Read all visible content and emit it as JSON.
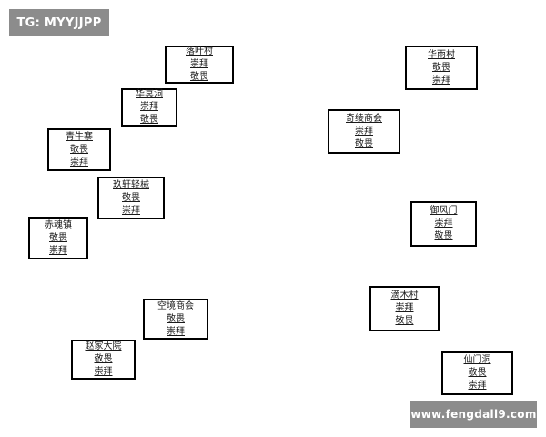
{
  "watermark_tl": "TG: MYYJJPP",
  "watermark_br": "www.fengdall9.com",
  "nodes": [
    {
      "id": "n1",
      "lines": [
        "落叶村",
        "崇拜",
        "敬畏"
      ]
    },
    {
      "id": "n2",
      "lines": [
        "华冥洞",
        "崇拜",
        "敬畏"
      ]
    },
    {
      "id": "n3",
      "lines": [
        "青牛寨",
        "敬畏",
        "崇拜"
      ]
    },
    {
      "id": "n4",
      "lines": [
        "玖轩轻械",
        "敬畏",
        "崇拜"
      ]
    },
    {
      "id": "n5",
      "lines": [
        "赤魂镇",
        "敬畏",
        "崇拜"
      ]
    },
    {
      "id": "n6",
      "lines": [
        "华雨村",
        "敬畏",
        "崇拜"
      ]
    },
    {
      "id": "n7",
      "lines": [
        "奇绫商会",
        "崇拜",
        "敬畏"
      ]
    },
    {
      "id": "n8",
      "lines": [
        "御风门",
        "崇拜",
        "敬畏"
      ]
    },
    {
      "id": "n9",
      "lines": [
        "滴木村",
        "崇拜",
        "敬畏"
      ]
    },
    {
      "id": "n10",
      "lines": [
        "空境商会",
        "敬畏",
        "崇拜"
      ]
    },
    {
      "id": "n11",
      "lines": [
        "赵家大院",
        "敬畏",
        "崇拜"
      ]
    },
    {
      "id": "n12",
      "lines": [
        "仙门洞",
        "敬畏",
        "崇拜"
      ]
    }
  ]
}
